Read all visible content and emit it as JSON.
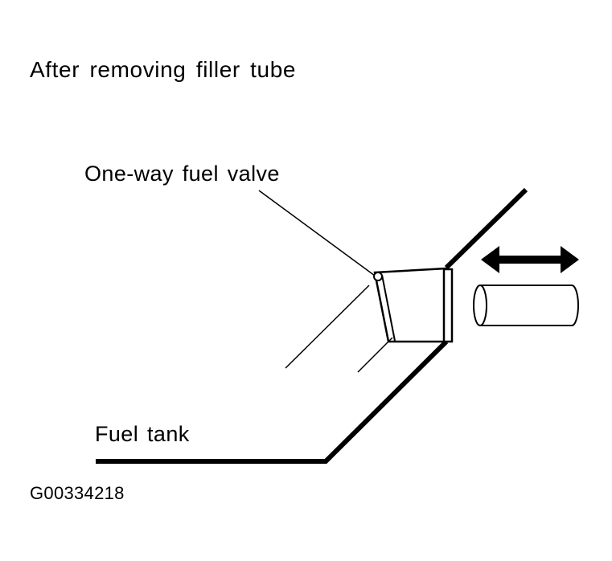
{
  "diagram": {
    "title": "After removing filler tube",
    "labels": {
      "one_way_fuel_valve": "One-way fuel valve",
      "fuel_tank": "Fuel tank"
    },
    "figure_id": "G00334218",
    "colors": {
      "line": "#000000",
      "background": "#ffffff"
    },
    "icons": {
      "movement_arrow": "double-headed-arrow-icon"
    }
  }
}
